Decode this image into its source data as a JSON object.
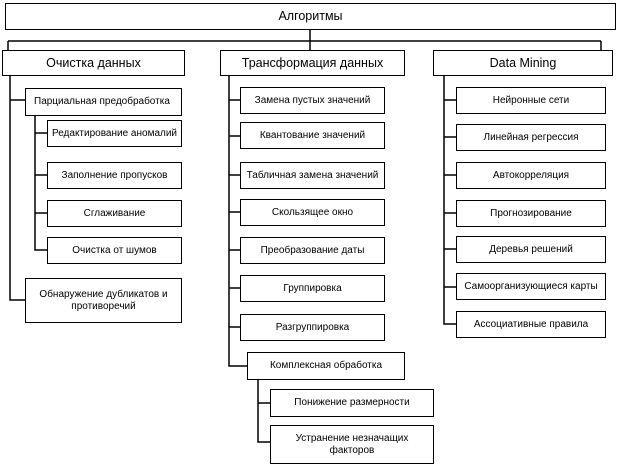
{
  "root": "Алгоритмы",
  "categories": {
    "cleaning": {
      "title": "Очистка данных",
      "partial": "Парциальная предобработка",
      "partial_children": [
        "Редактирование аномалий",
        "Заполнение пропусков",
        "Сглаживание",
        "Очистка от шумов"
      ],
      "duplicates": "Обнаружение дубликатов и противоречий"
    },
    "transform": {
      "title": "Трансформация данных",
      "items": [
        "Замена пустых значений",
        "Квантование значений",
        "Табличная замена значений",
        "Скользящее окно",
        "Преобразование даты",
        "Группировка",
        "Разгруппировка"
      ],
      "complex": "Комплексная обработка",
      "complex_children": [
        "Понижение размерности",
        "Устранение незначащих факторов"
      ]
    },
    "mining": {
      "title": "Data Mining",
      "items": [
        "Нейронные сети",
        "Линейная регрессия",
        "Автокорреляция",
        "Прогнозирование",
        "Деревья решений",
        "Самоорганизующиеся карты",
        "Ассоциативные правила"
      ]
    }
  }
}
